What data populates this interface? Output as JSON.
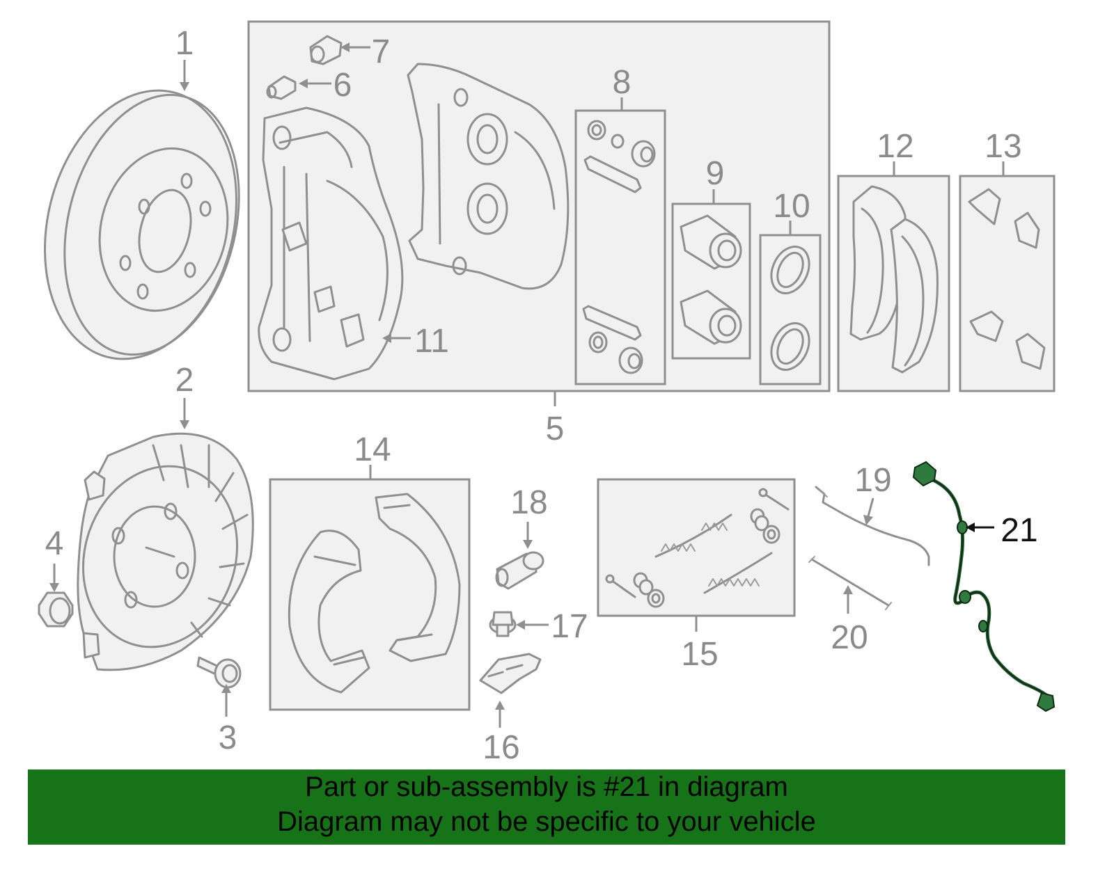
{
  "callouts": {
    "c1": "1",
    "c2": "2",
    "c3": "3",
    "c4": "4",
    "c5": "5",
    "c6": "6",
    "c7": "7",
    "c8": "8",
    "c9": "9",
    "c10": "10",
    "c11": "11",
    "c12": "12",
    "c13": "13",
    "c14": "14",
    "c15": "15",
    "c16": "16",
    "c17": "17",
    "c18": "18",
    "c19": "19",
    "c20": "20",
    "c21": "21"
  },
  "highlight": {
    "part": "21",
    "color": "#177318"
  },
  "banner": {
    "line1": "Part or sub-assembly is #21 in diagram",
    "line2": "Diagram may not be specific to your vehicle",
    "background": "#177318"
  }
}
